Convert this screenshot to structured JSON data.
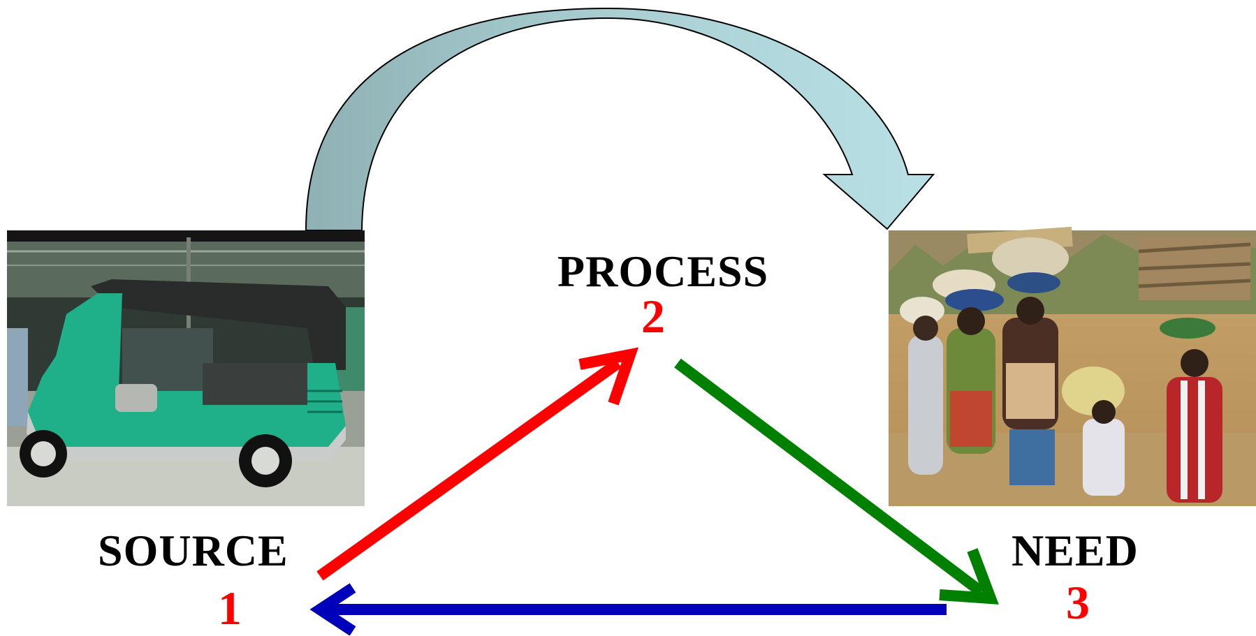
{
  "nodes": {
    "source": {
      "label": "SOURCE",
      "number": "1"
    },
    "process": {
      "label": "PROCESS",
      "number": "2"
    },
    "need": {
      "label": "NEED",
      "number": "3"
    }
  },
  "colors": {
    "number": "#ff0000",
    "arrow_source_to_process": "#ff0000",
    "arrow_process_to_need": "#008000",
    "arrow_need_to_source": "#0000bb",
    "curved_arrow_fill": "#b4dfe2"
  },
  "photos": {
    "source": "green auto-rickshaw in a warehouse",
    "need": "children carrying loads on their heads"
  }
}
